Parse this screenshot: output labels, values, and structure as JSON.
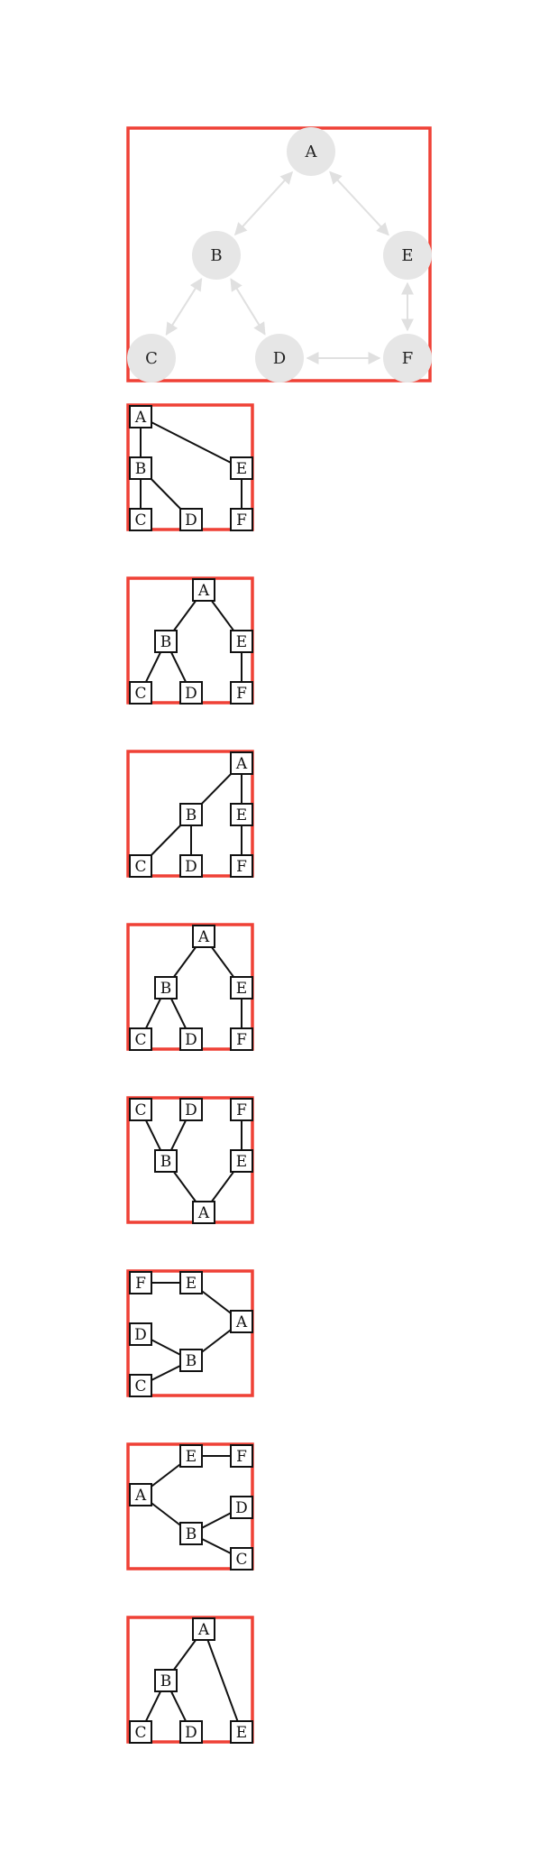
{
  "graph": {
    "nodes": [
      {
        "id": "A",
        "label": "A"
      },
      {
        "id": "B",
        "label": "B"
      },
      {
        "id": "C",
        "label": "C"
      },
      {
        "id": "D",
        "label": "D"
      },
      {
        "id": "E",
        "label": "E"
      },
      {
        "id": "F",
        "label": "F"
      }
    ],
    "edges": [
      [
        "A",
        "B"
      ],
      [
        "A",
        "E"
      ],
      [
        "B",
        "C"
      ],
      [
        "B",
        "D"
      ],
      [
        "D",
        "F"
      ],
      [
        "E",
        "F"
      ]
    ],
    "edge_style": "bidirectional",
    "colors": {
      "frame": "#ef4136",
      "node_fill": "#e6e6e6",
      "edge": "#e0e0e0",
      "tree_line": "#111111"
    }
  },
  "trees": [
    {
      "edges": [
        [
          "A",
          "B"
        ],
        [
          "A",
          "E"
        ],
        [
          "B",
          "C"
        ],
        [
          "B",
          "D"
        ],
        [
          "E",
          "F"
        ]
      ]
    },
    {
      "edges": [
        [
          "A",
          "B"
        ],
        [
          "A",
          "E"
        ],
        [
          "B",
          "C"
        ],
        [
          "B",
          "D"
        ],
        [
          "E",
          "F"
        ]
      ]
    },
    {
      "edges": [
        [
          "A",
          "B"
        ],
        [
          "A",
          "E"
        ],
        [
          "B",
          "C"
        ],
        [
          "B",
          "D"
        ],
        [
          "E",
          "F"
        ]
      ]
    },
    {
      "edges": [
        [
          "A",
          "B"
        ],
        [
          "A",
          "E"
        ],
        [
          "B",
          "C"
        ],
        [
          "B",
          "D"
        ],
        [
          "E",
          "F"
        ]
      ]
    },
    {
      "edges": [
        [
          "A",
          "B"
        ],
        [
          "A",
          "E"
        ],
        [
          "B",
          "C"
        ],
        [
          "B",
          "D"
        ],
        [
          "E",
          "F"
        ]
      ]
    },
    {
      "edges": [
        [
          "F",
          "E"
        ],
        [
          "E",
          "A"
        ],
        [
          "A",
          "B"
        ],
        [
          "B",
          "D"
        ],
        [
          "B",
          "C"
        ]
      ]
    },
    {
      "edges": [
        [
          "A",
          "E"
        ],
        [
          "E",
          "F"
        ],
        [
          "A",
          "B"
        ],
        [
          "B",
          "D"
        ],
        [
          "B",
          "C"
        ]
      ]
    },
    {
      "edges": [
        [
          "A",
          "B"
        ],
        [
          "A",
          "E"
        ],
        [
          "B",
          "C"
        ],
        [
          "B",
          "D"
        ]
      ]
    }
  ]
}
